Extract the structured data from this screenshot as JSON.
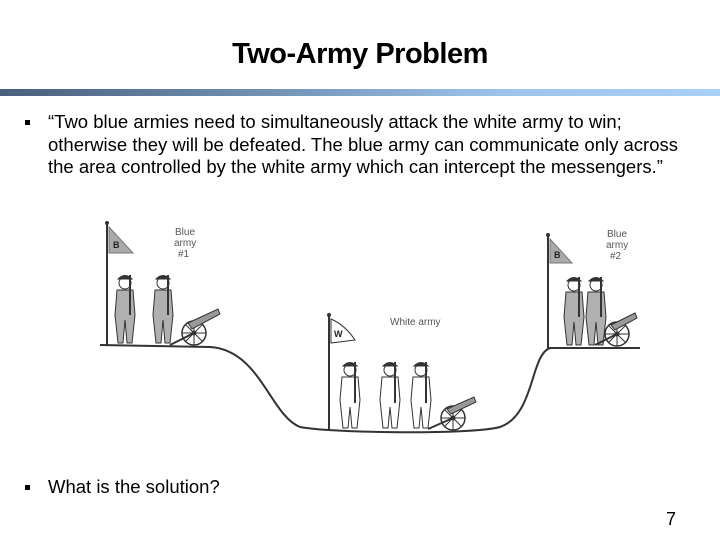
{
  "slide": {
    "title": "Two-Army Problem",
    "bullets": [
      "“Two blue armies need to simultaneously attack the white army to win; otherwise they will be defeated. The blue army can communicate only across the area controlled by the white army which can intercept the messengers.”",
      "What is the solution?"
    ],
    "page_number": "7"
  },
  "illustration": {
    "blue_army_1": {
      "flag_letter": "B",
      "label_line1": "Blue",
      "label_line2": "army",
      "label_line3": "#1"
    },
    "white_army": {
      "flag_letter": "W",
      "label": "White army"
    },
    "blue_army_2": {
      "flag_letter": "B",
      "label_line1": "Blue",
      "label_line2": "army",
      "label_line3": "#2"
    },
    "colors": {
      "blue_fill": "#b0b0b0",
      "outline": "#333333",
      "white_fill": "#ffffff"
    }
  }
}
